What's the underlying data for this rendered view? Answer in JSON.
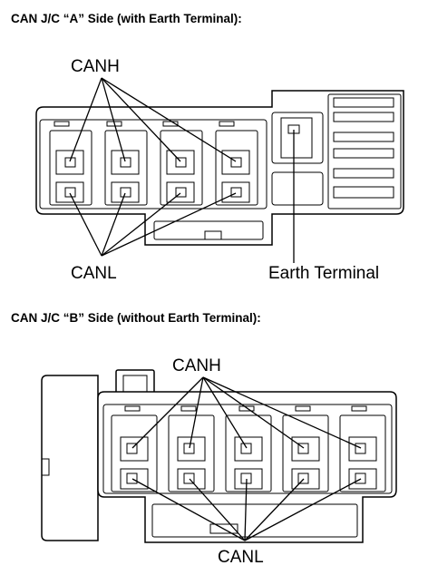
{
  "sections": {
    "a": {
      "title": "CAN J/C “A” Side (with Earth Terminal):",
      "canh_label": "CANH",
      "canl_label": "CANL",
      "earth_label": "Earth Terminal"
    },
    "b": {
      "title": "CAN J/C “B” Side (without Earth Terminal):",
      "canh_label": "CANH",
      "canl_label": "CANL"
    }
  }
}
